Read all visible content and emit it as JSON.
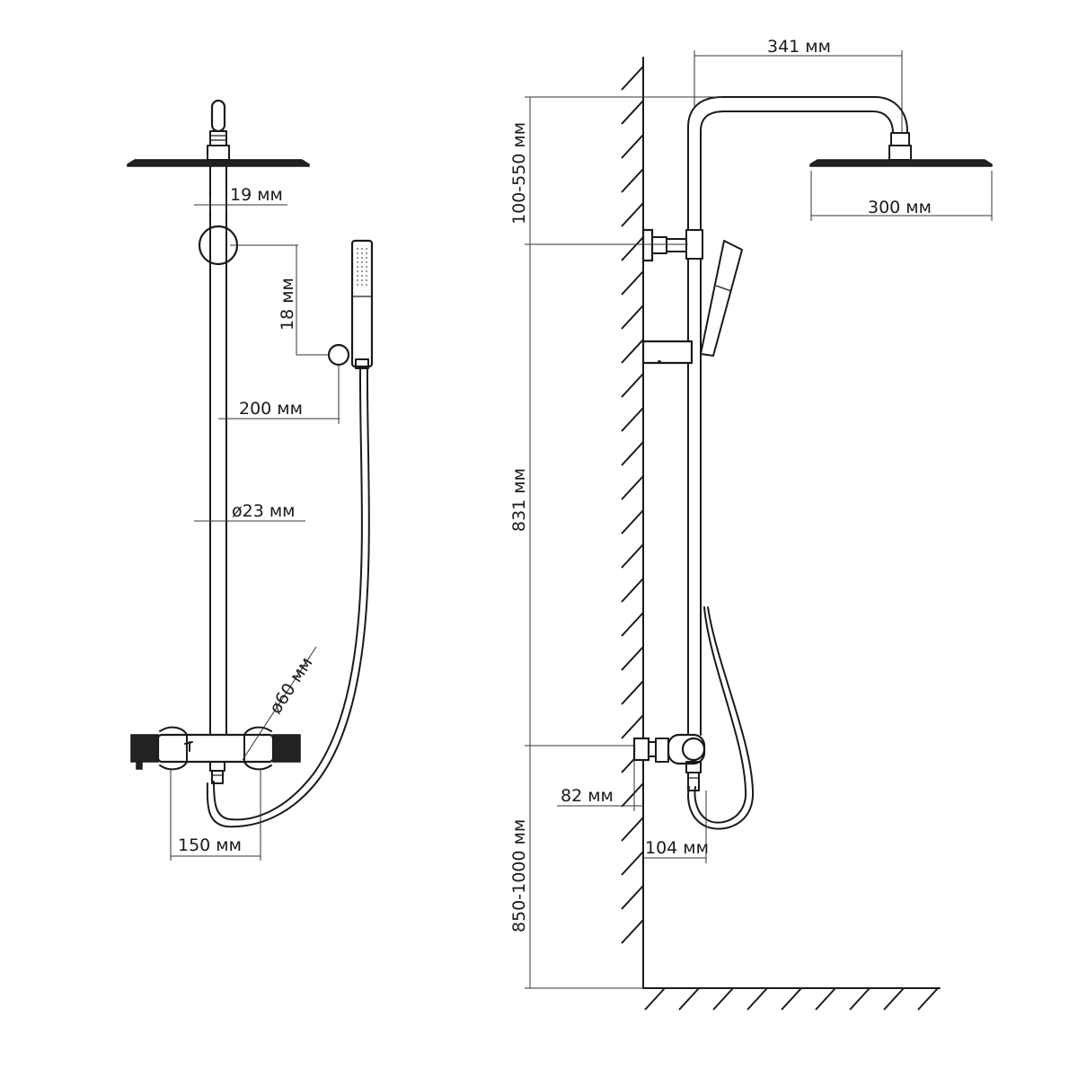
{
  "front_view": {
    "labels": {
      "d19": "19 мм",
      "d18": "18 мм",
      "d200": "200 мм",
      "d23": "ø23 мм",
      "d60": "ø60 мм",
      "d150": "150 мм"
    }
  },
  "side_view": {
    "labels": {
      "d341": "341 мм",
      "d300": "300 мм",
      "d100_550": "100-550 мм",
      "d831": "831 мм",
      "d850_1000": "850-1000 мм",
      "d82": "82 мм",
      "d104": "104 мм"
    }
  }
}
